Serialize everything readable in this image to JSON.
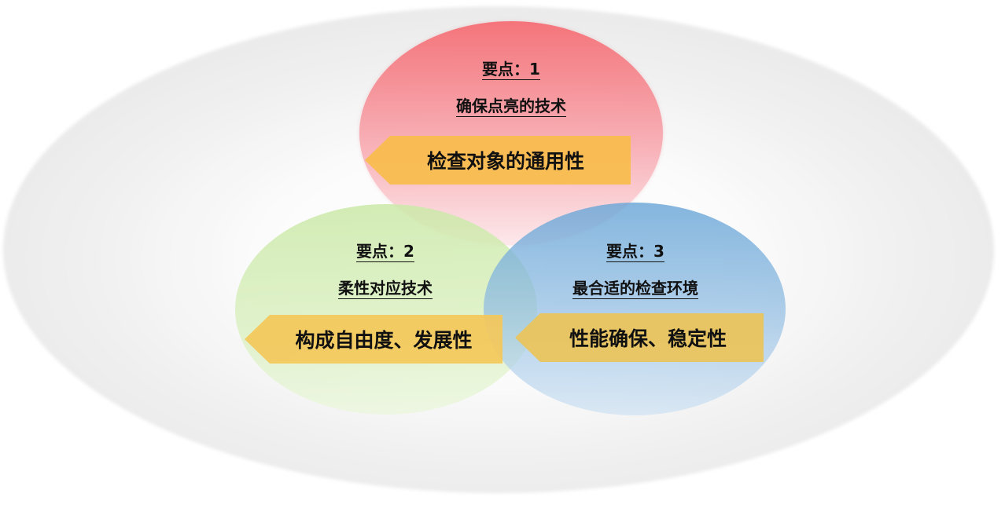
{
  "diagram": {
    "points": [
      {
        "id": "1",
        "heading": "要点：1",
        "subtitle": "确保点亮的技术",
        "tag": "检查对象的通用性",
        "color": "#f47076"
      },
      {
        "id": "2",
        "heading": "要点：2",
        "subtitle": "柔性对应技术",
        "tag": "构成自由度、发展性",
        "color": "#cbe9a8"
      },
      {
        "id": "3",
        "heading": "要点：3",
        "subtitle": "最合适的检查环境",
        "tag": "性能确保、稳定性",
        "color": "#6aa6d7"
      }
    ],
    "tag_color": "#f6c55a",
    "backdrop_color": "#ebebeb"
  }
}
